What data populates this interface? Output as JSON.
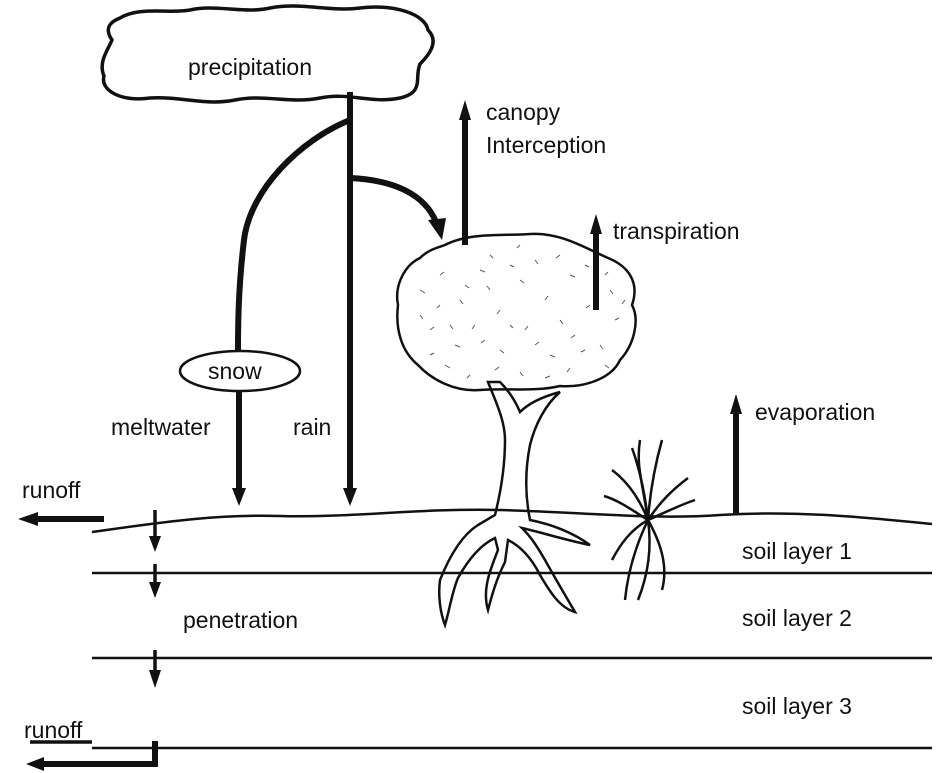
{
  "labels": {
    "precipitation": "precipitation",
    "canopy": "canopy",
    "interception": "Interception",
    "transpiration": "transpiration",
    "snow": "snow",
    "meltwater": "meltwater",
    "rain": "rain",
    "evaporation": "evaporation",
    "runoff_top": "runoff",
    "runoff_bottom": "runoff",
    "penetration": "penetration",
    "soil_layer_1": "soil layer 1",
    "soil_layer_2": "soil layer 2",
    "soil_layer_3": "soil layer 3"
  },
  "colors": {
    "ink": "#111111",
    "background": "#ffffff"
  }
}
